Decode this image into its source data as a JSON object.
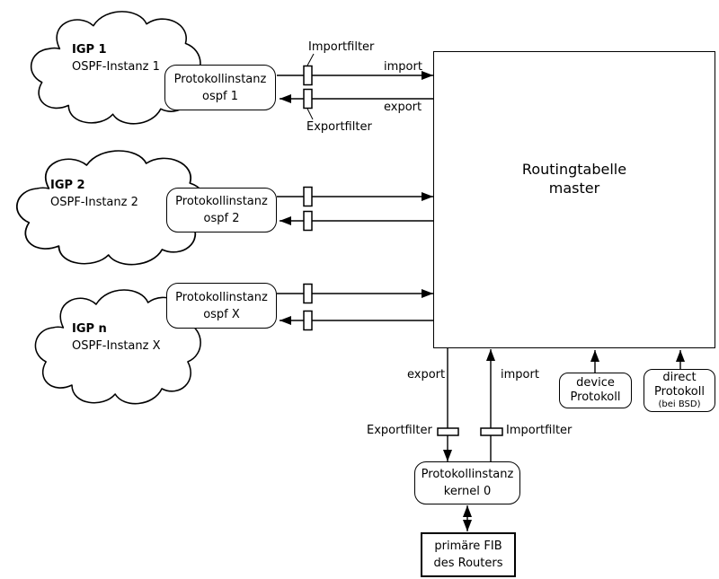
{
  "colors": {
    "ink": "#000000",
    "background": "#ffffff"
  },
  "clouds": [
    {
      "title": "IGP 1",
      "subtitle": "OSPF-Instanz 1"
    },
    {
      "title": "IGP 2",
      "subtitle": "OSPF-Instanz 2"
    },
    {
      "title": "IGP n",
      "subtitle": "OSPF-Instanz X"
    }
  ],
  "protocol_boxes": [
    {
      "line1": "Protokollinstanz",
      "line2": "ospf 1"
    },
    {
      "line1": "Protokollinstanz",
      "line2": "ospf 2"
    },
    {
      "line1": "Protokollinstanz",
      "line2": "ospf X"
    }
  ],
  "routing_table": {
    "line1": "Routingtabelle",
    "line2": "master"
  },
  "row1": {
    "importfilter": "Importfilter",
    "exportfilter": "Exportfilter",
    "import": "import",
    "export": "export"
  },
  "bottom": {
    "export": "export",
    "import": "import",
    "exportfilter": "Exportfilter",
    "importfilter": "Importfilter"
  },
  "kernel_box": {
    "line1": "Protokollinstanz",
    "line2": "kernel 0"
  },
  "fib_box": {
    "line1": "primäre FIB",
    "line2": "des Routers"
  },
  "device_box": {
    "line1": "device",
    "line2": "Protokoll"
  },
  "direct_box": {
    "line1": "direct",
    "line2": "Protokoll",
    "note": "(bei BSD)"
  }
}
